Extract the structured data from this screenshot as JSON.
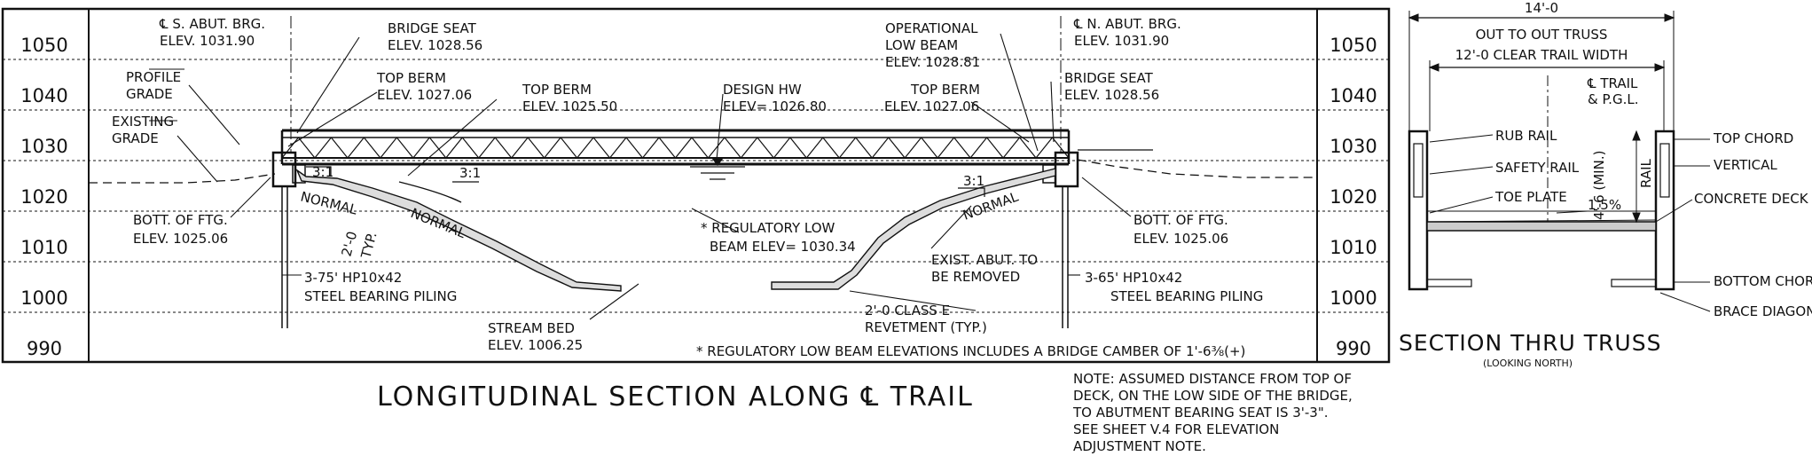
{
  "elevation_scale": {
    "left": [
      "1050",
      "1040",
      "1030",
      "1020",
      "1010",
      "1000",
      "990"
    ],
    "right": [
      "1050",
      "1040",
      "1030",
      "1020",
      "1010",
      "1000",
      "990"
    ]
  },
  "longitudinal": {
    "s_abut": [
      "℄ S. ABUT. BRG.",
      "ELEV. 1031.90"
    ],
    "bridge_seat_left": [
      "BRIDGE SEAT",
      "ELEV. 1028.56"
    ],
    "top_berm_left": [
      "TOP BERM",
      "ELEV. 1027.06"
    ],
    "top_berm_mid": [
      "TOP BERM",
      "ELEV. 1025.50"
    ],
    "design_hw": [
      "DESIGN HW",
      "ELEV= 1026.80"
    ],
    "profile_grade": [
      "PROFILE",
      "GRADE"
    ],
    "existing_grade": [
      "EXISTING",
      "GRADE"
    ],
    "operational_low_beam": [
      "OPERATIONAL",
      "LOW BEAM",
      "ELEV. 1028.81"
    ],
    "top_berm_right": [
      "TOP BERM",
      "ELEV. 1027.06"
    ],
    "n_abut": [
      "℄ N. ABUT. BRG.",
      "ELEV. 1031.90"
    ],
    "bridge_seat_right": [
      "BRIDGE SEAT",
      "ELEV. 1028.56"
    ],
    "slope_left": "3:1",
    "slope_left2": "3:1",
    "slope_right": "3:1",
    "normal_left": "NORMAL",
    "normal_left2": "NORMAL",
    "normal_right": "NORMAL",
    "typ_dim": [
      "2'-0",
      "TYP."
    ],
    "bott_ftg_left": [
      "BOTT. OF FTG.",
      "ELEV. 1025.06"
    ],
    "bott_ftg_right": [
      "BOTT. OF FTG.",
      "ELEV. 1025.06"
    ],
    "reg_low_beam": [
      "* REGULATORY LOW",
      "BEAM ELEV= 1030.34"
    ],
    "exist_abut": [
      "EXIST. ABUT. TO",
      "BE REMOVED"
    ],
    "piling_left": [
      "3-75' HP10x42",
      "STEEL BEARING PILING"
    ],
    "piling_right": [
      "3-65' HP10x42",
      "STEEL BEARING PILING"
    ],
    "stream_bed": [
      "STREAM BED",
      "ELEV. 1006.25"
    ],
    "revetment": [
      "2'-0 CLASS E",
      "REVETMENT (TYP.)"
    ],
    "camber_note": "* REGULATORY LOW BEAM ELEVATIONS INCLUDES A BRIDGE CAMBER OF 1'-6⅜(+)",
    "title": "LONGITUDINAL SECTION ALONG ℄ TRAIL"
  },
  "note": [
    "NOTE: ASSUMED DISTANCE FROM TOP OF",
    "DECK, ON THE LOW SIDE OF THE BRIDGE,",
    "TO ABUTMENT BEARING SEAT IS 3'-3\".",
    "SEE SHEET V.4 FOR ELEVATION",
    "ADJUSTMENT NOTE."
  ],
  "section_truss": {
    "width_total": "14'-0",
    "out_to_out": "OUT TO OUT TRUSS",
    "clear_width": "12'-0 CLEAR TRAIL WIDTH",
    "cl_trail": [
      "℄ TRAIL",
      "& P.G.L."
    ],
    "rub_rail": "RUB RAIL",
    "safety_rail": "SAFETY RAIL",
    "toe_plate": "TOE PLATE",
    "rail_height": "4'-6 (MIN.)",
    "rail": "RAIL",
    "slope": "1.5%",
    "top_chord": "TOP CHORD",
    "vertical": "VERTICAL",
    "concrete_deck": "CONCRETE DECK",
    "bottom_chord": "BOTTOM CHORD",
    "brace_diagonal": "BRACE DIAGONAL",
    "title": "SECTION THRU TRUSS",
    "subtitle": "(LOOKING NORTH)"
  }
}
